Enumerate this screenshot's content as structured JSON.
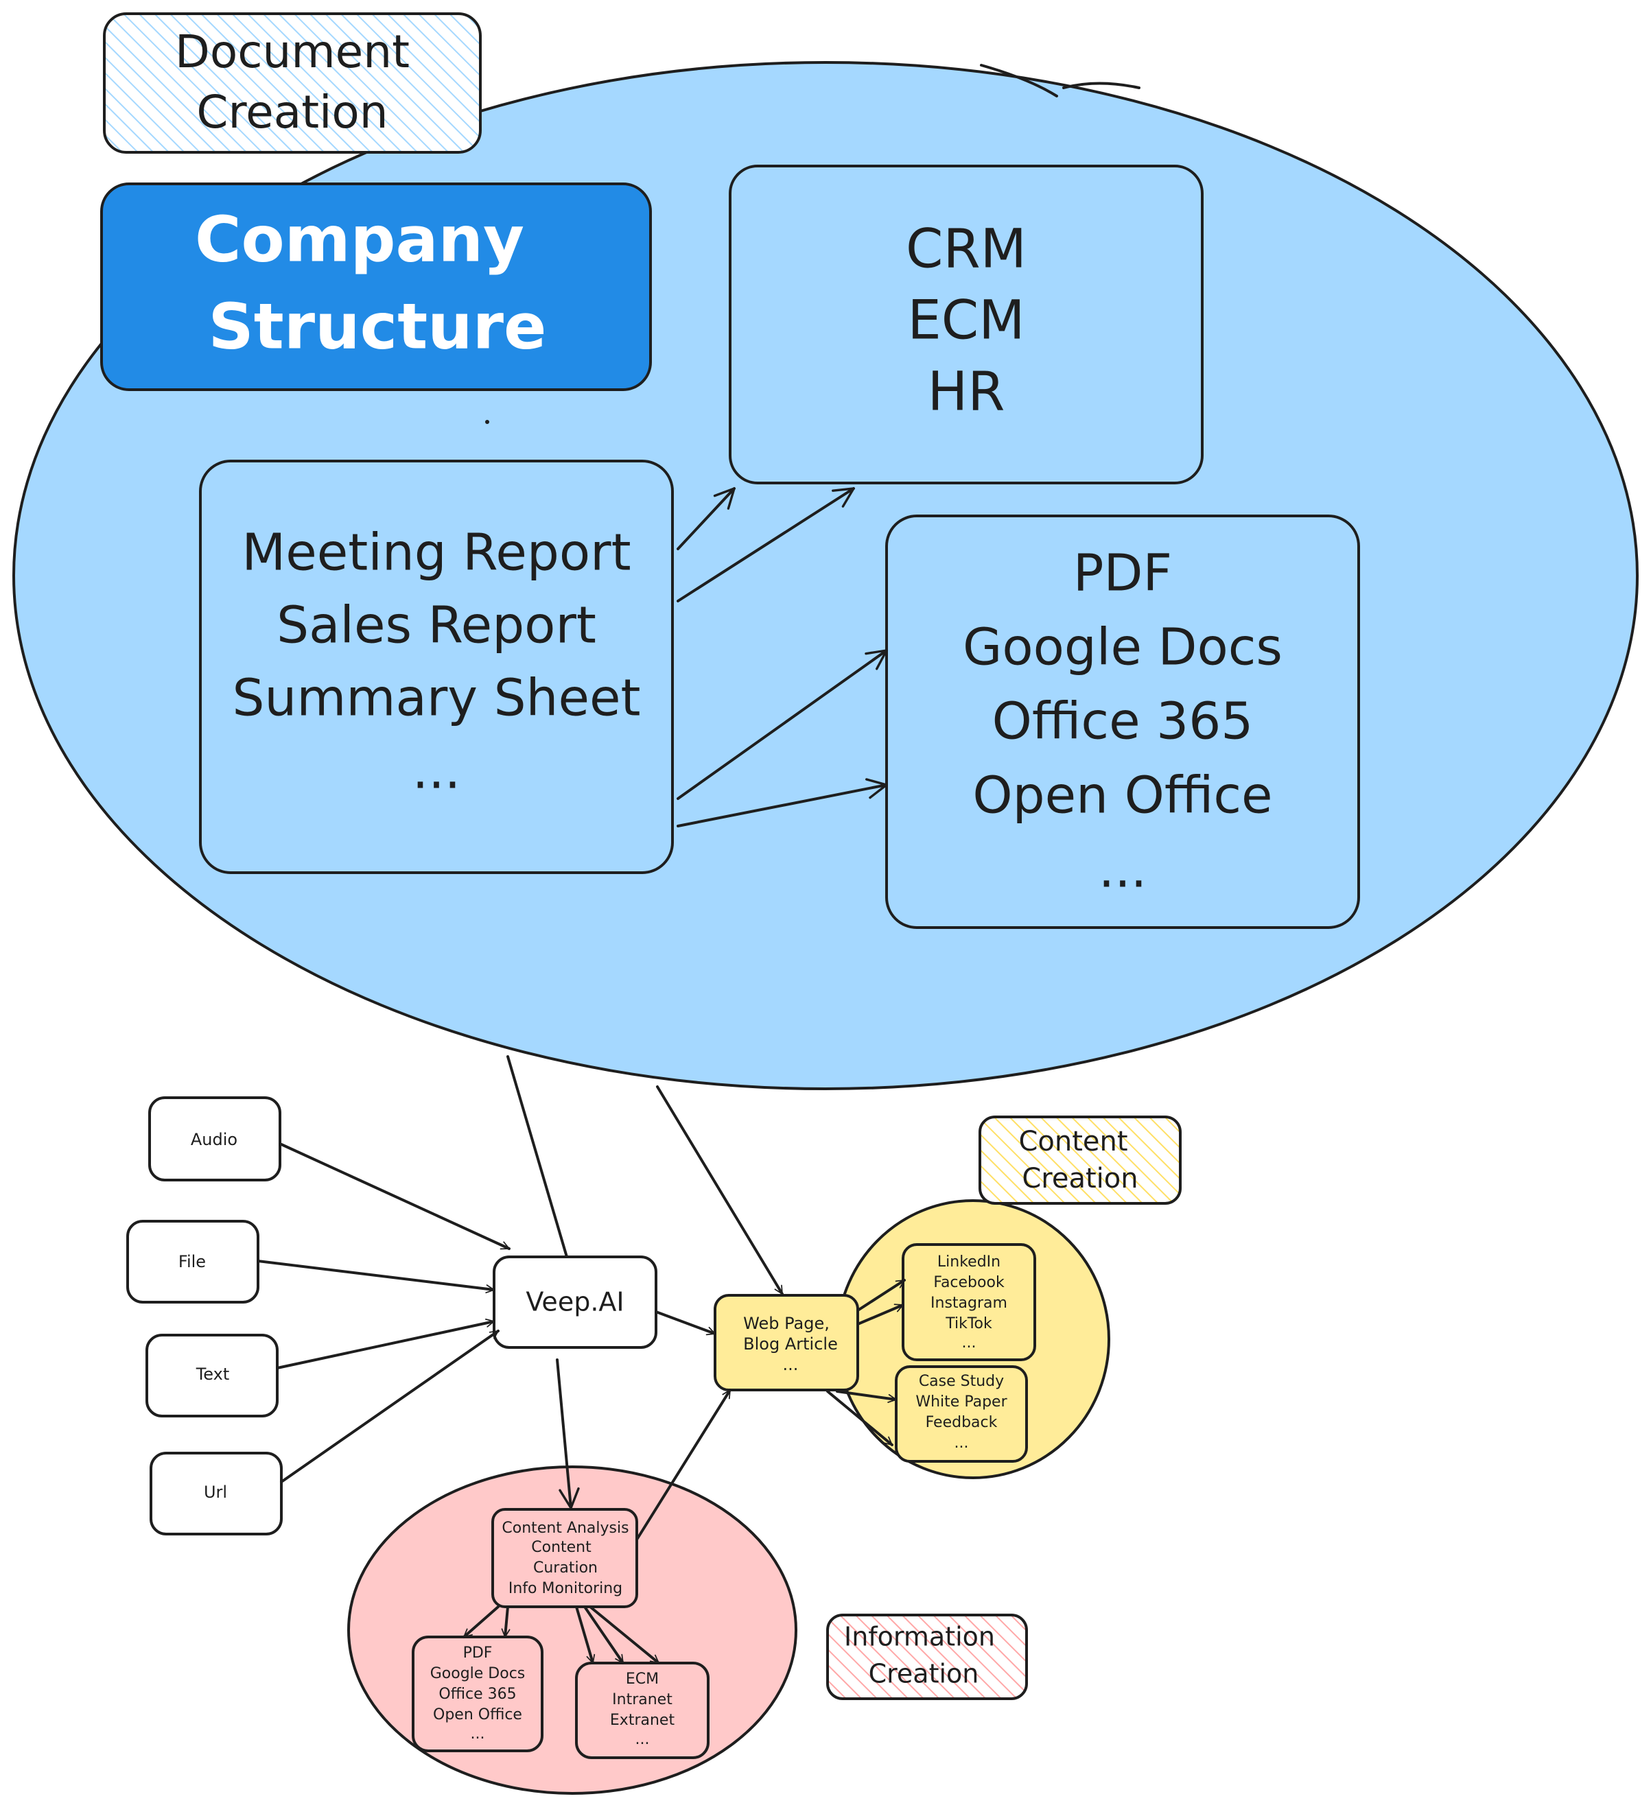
{
  "labels": {
    "document_creation": [
      "Document",
      "Creation"
    ],
    "content_creation": [
      "Content",
      "Creation"
    ],
    "information_creation": [
      "Information",
      "Creation"
    ]
  },
  "company_structure": [
    "Company",
    "Structure"
  ],
  "crm_box": [
    "CRM",
    "ECM",
    "HR"
  ],
  "reports_box": [
    "Meeting Report",
    "Sales Report",
    "Summary Sheet",
    "..."
  ],
  "formats_box": [
    "PDF",
    "Google Docs",
    "Office 365",
    "Open Office",
    "..."
  ],
  "inputs": [
    "Audio",
    "File",
    "Text",
    "Url"
  ],
  "veep": "Veep.AI",
  "web_page_box": [
    "Web Page,",
    "Blog Article",
    "..."
  ],
  "social_box": [
    "LinkedIn",
    "Facebook",
    "Instagram",
    "TikTok",
    "..."
  ],
  "case_box": [
    "Case Study",
    "White Paper",
    "Feedback",
    "..."
  ],
  "analysis_box": [
    "Content Analysis",
    "Content",
    "Curation",
    "Info Monitoring"
  ],
  "info_formats_box": [
    "PDF",
    "Google Docs",
    "Office 365",
    "Open Office",
    "..."
  ],
  "ecm_box": [
    "ECM",
    "Intranet",
    "Extranet",
    "..."
  ],
  "colors": {
    "blue_ellipse": "#a5d8ff",
    "company_box": "#228be6",
    "yellow_ellipse": "#ffec99",
    "pink_ellipse": "#ffc9c9",
    "doc_hatch": "#a5d8ff",
    "content_hatch": "#ffec99",
    "info_hatch": "#ffc9c9",
    "stroke": "#1e1e1e"
  }
}
